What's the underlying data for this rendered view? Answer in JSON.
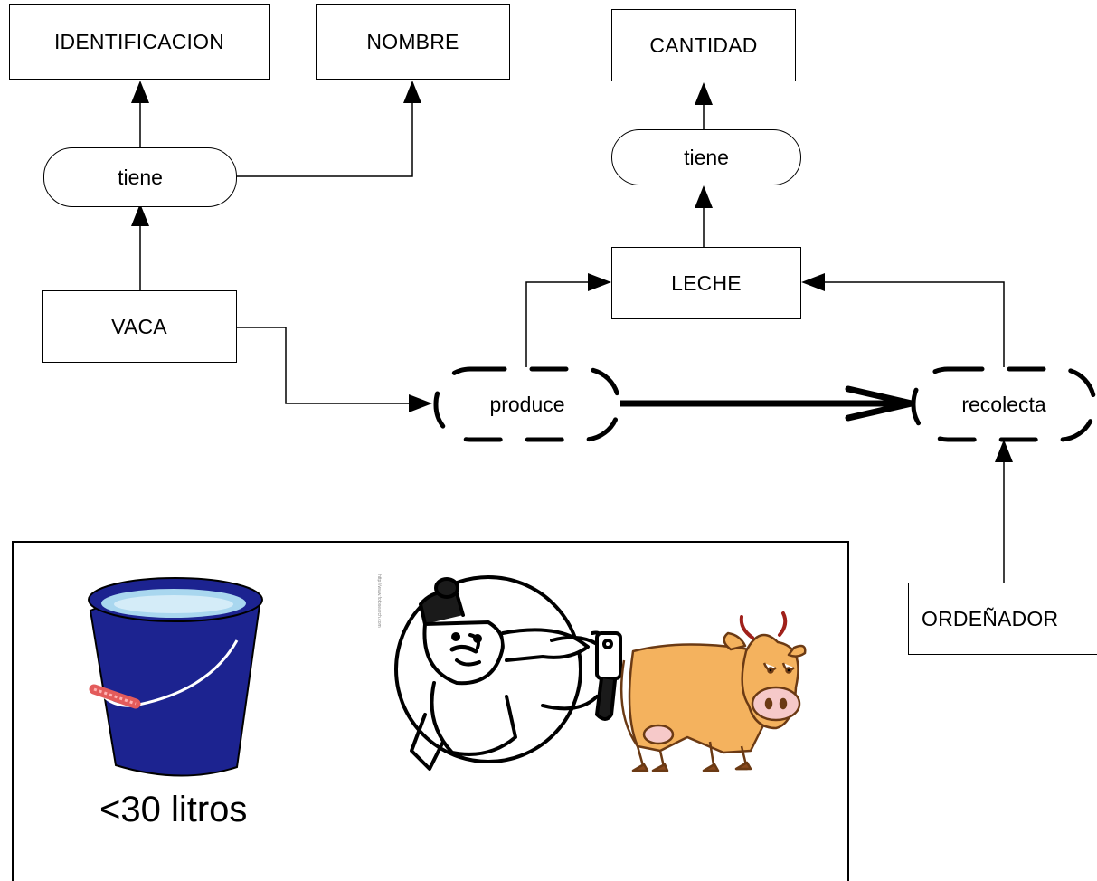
{
  "nodes": {
    "identificacion": "IDENTIFICACION",
    "nombre": "NOMBRE",
    "cantidad": "CANTIDAD",
    "tiene_left": "tiene",
    "tiene_right": "tiene",
    "vaca": "VACA",
    "leche": "LECHE",
    "produce": "produce",
    "recolecta": "recolecta",
    "ordenador": "ORDEÑADOR"
  },
  "illustration": {
    "caption": "<30 litros",
    "watermark": "http://www.fotosearch.com",
    "icons": [
      "milk-bucket-icon",
      "butcher-cartoon-icon",
      "cow-cartoon-icon"
    ]
  }
}
